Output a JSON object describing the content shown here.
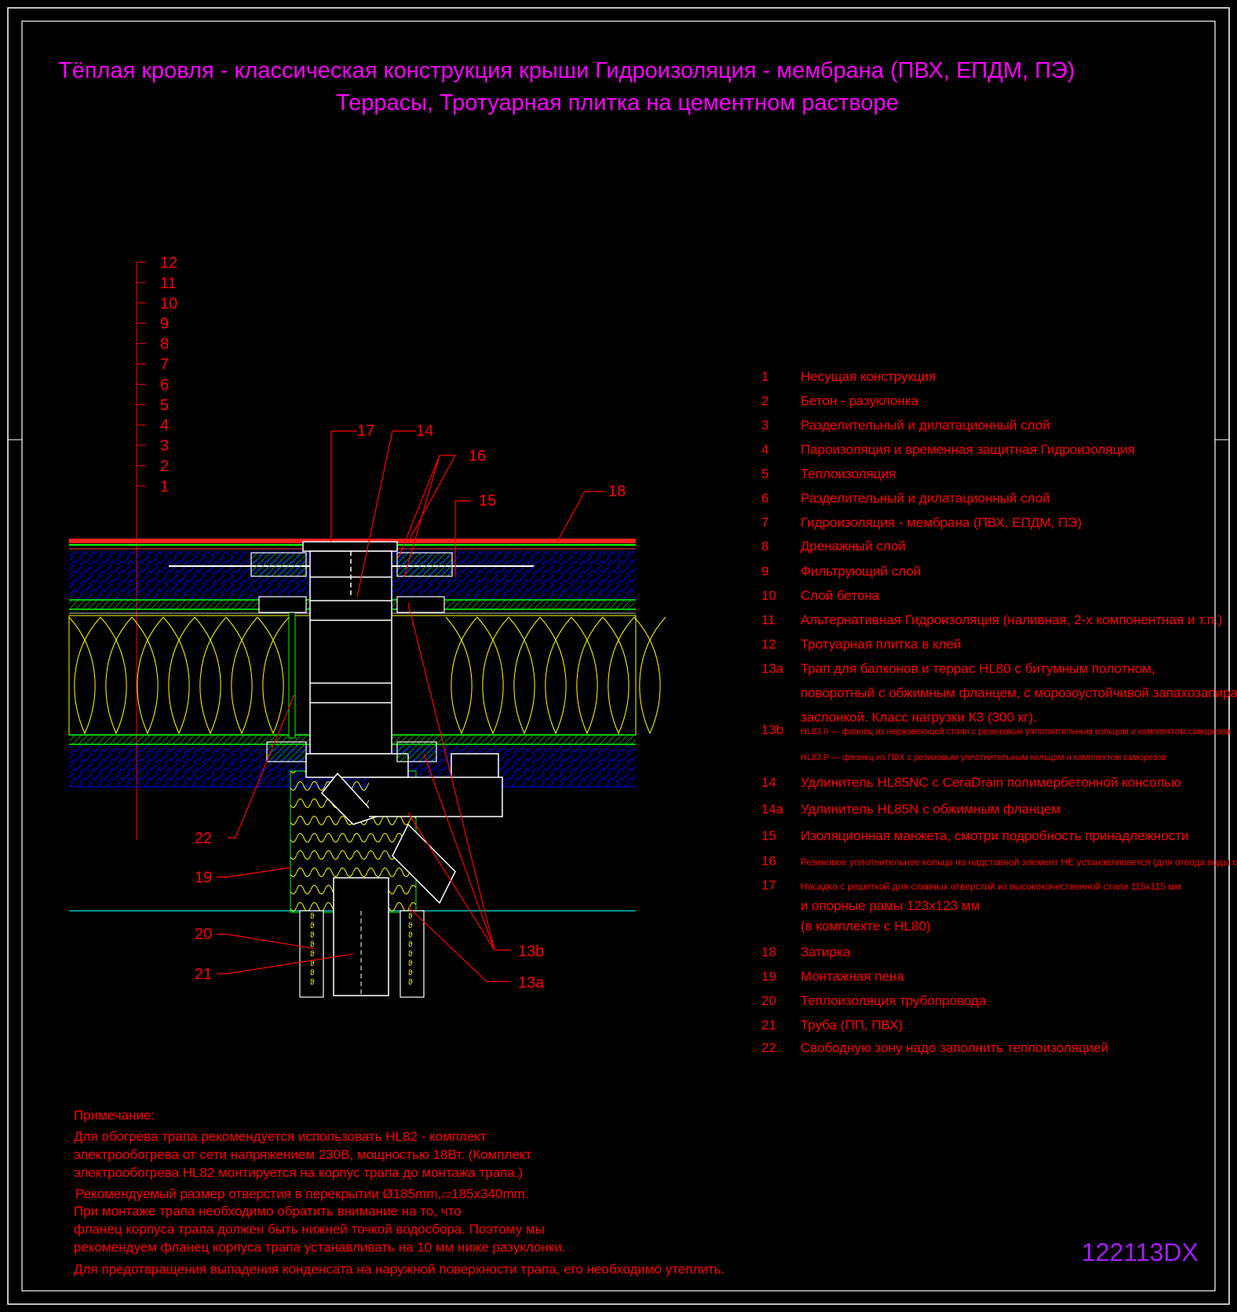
{
  "title": {
    "line1": "Тёплая кровля - классическая конструкция крыши Гидроизоляция - мембрана (ПВХ, ЕПДМ, ПЭ)",
    "line2": "Террасы, Тротуарная плитка на цементном растворе"
  },
  "layer_scale": [
    "12",
    "11",
    "10",
    "9",
    "8",
    "7",
    "6",
    "5",
    "4",
    "3",
    "2",
    "1"
  ],
  "callouts": {
    "c17": "17",
    "c14": "14",
    "c16": "16",
    "c15": "15",
    "c18": "18",
    "c22": "22",
    "c19": "19",
    "c20": "20",
    "c21": "21",
    "c13b": "13b",
    "c13a": "13a"
  },
  "legend": [
    {
      "num": "1",
      "lines": [
        "Несущая конструкция"
      ]
    },
    {
      "num": "2",
      "lines": [
        "Бетон - разуклонка"
      ]
    },
    {
      "num": "3",
      "lines": [
        "Разделительный и дилатационный слой"
      ]
    },
    {
      "num": "4",
      "lines": [
        "Пароизоляция и временная защитная Гидроизоляция"
      ]
    },
    {
      "num": "5",
      "lines": [
        "Теплоизоляция"
      ]
    },
    {
      "num": "6",
      "lines": [
        "Разделительный и дилатационный слой"
      ]
    },
    {
      "num": "7",
      "lines": [
        "Гидроизоляция - мембрана (ПВХ, ЕПДМ, ПЭ)"
      ]
    },
    {
      "num": "8",
      "lines": [
        "Дренажный слой"
      ]
    },
    {
      "num": "9",
      "lines": [
        "Фильтрующий слой"
      ]
    },
    {
      "num": "10",
      "lines": [
        "Слой бетона"
      ]
    },
    {
      "num": "11",
      "lines": [
        "Альтернативная Гидроизоляция (наливная, 2-х компонентная и т.п.)"
      ]
    },
    {
      "num": "12",
      "lines": [
        "Тротуарная плитка в клей"
      ]
    },
    {
      "num": "13a",
      "lines": [
        "Трап для балконов и террас HL80 с битумным полотном,",
        "поворотный с обжимным фланцем, с морозоустойчивой запахозапирающей",
        "заслонкой. Класс нагрузки К3 (300 кг)."
      ]
    },
    {
      "num": "13b",
      "lines": [
        "HL83.0 — фланец из нержавеющей стали с резиновым уплотнительным кольцом и комплектом саморезов",
        "HL83.P — фланец из ПВХ с резиновым уплотнительным кольцом и комплектом саморезов"
      ]
    },
    {
      "num": "14",
      "lines": [
        "Удлинитель HL85NC с CeraDrain полимербетонной консолью"
      ]
    },
    {
      "num": "14a",
      "lines": [
        "Удлинитель HL85N с обжимным фланцем"
      ]
    },
    {
      "num": "15",
      "lines": [
        "Изоляционная манжета, смотри подробность принадлежности"
      ]
    },
    {
      "num": "16",
      "lines": [
        "Резиновое уплотнительное кольцо на надставной элемент НЕ устанавливается (для отвода воды с гидроизоляции"
      ]
    },
    {
      "num": "17",
      "lines": [
        "Насадка с решеткой для сливных отверстий из высококачественной стали 115х115 мм",
        "и опорные рамы 123х123 мм",
        "(в комплекте с HL80)"
      ]
    },
    {
      "num": "18",
      "lines": [
        "Затирка"
      ]
    },
    {
      "num": "19",
      "lines": [
        "Монтажная пена"
      ]
    },
    {
      "num": "20",
      "lines": [
        "Теплоизоляция трубопровода"
      ]
    },
    {
      "num": "21",
      "lines": [
        "Труба (ПП, ПВХ)"
      ]
    },
    {
      "num": "22",
      "lines": [
        "Свободную зону надо заполнить теплоизоляцией"
      ]
    }
  ],
  "note": {
    "heading": "Примечание:",
    "lines": [
      "Для обогрева трапа рекомендуется использовать HL82 - комплект",
      "электрообогрева от сети напряжением 230В, мощностью 18Вт. (Комплект",
      "электрообогрева HL82 монтируется на корпус трапа до монтажа трапа.)",
      "Рекомендуемый размер отверстия в перекрытии Ø185mm,▱185x340mm.",
      "При монтаже трапа необходимо обратить внимание на то, что",
      "фланец корпуса трапа должен быть нижней точкой водосбора. Поэтому мы",
      "рекомендуем фланец корпуса трапа устанавливать на 10 мм ниже разуклонки.",
      "Для предотвращения выпадения конденсата на наружной поверхности трапа, его необходимо утеплить."
    ]
  },
  "drawing_code": "122113DX",
  "colors": {
    "background": "#000000",
    "frame": "#ffffff",
    "title": "#ff00ff",
    "text": "#ff0000",
    "insulation": "#ffff00",
    "membrane": "#00ff00",
    "hatch": "#0000ff",
    "drain": "#ffffff",
    "code": "#a020f0"
  }
}
